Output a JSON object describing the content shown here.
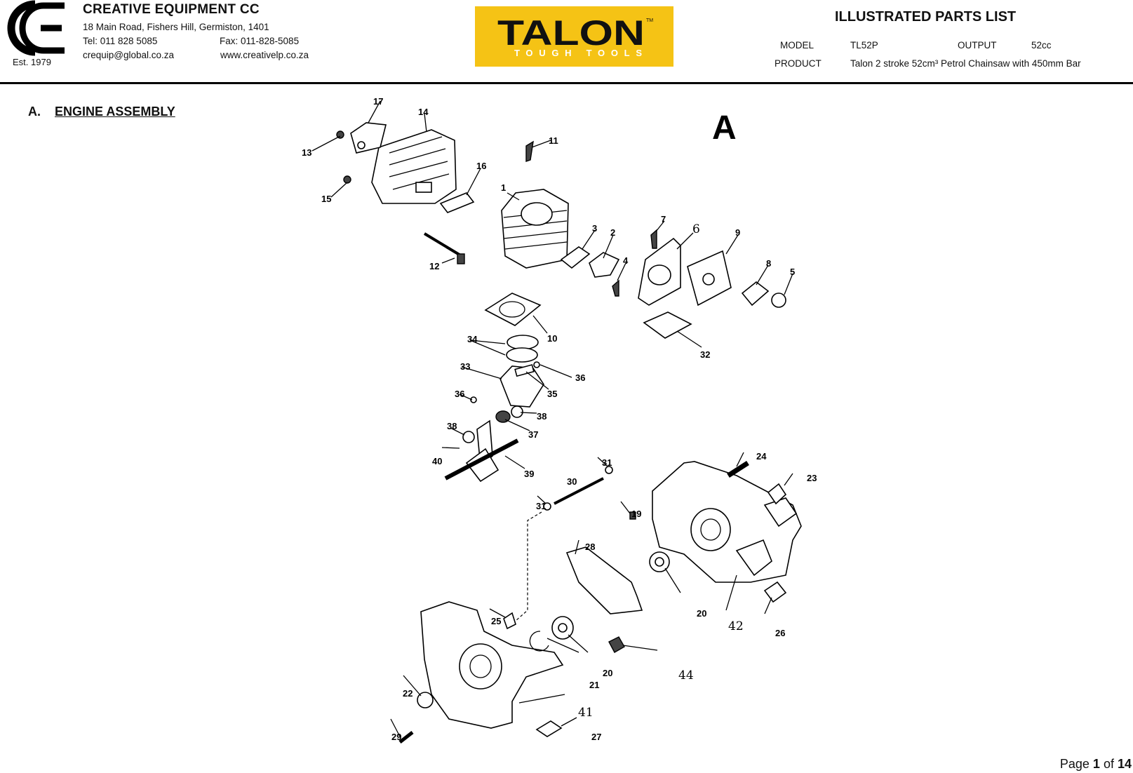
{
  "header": {
    "est": "Est. 1979",
    "company_name": "CREATIVE EQUIPMENT CC",
    "address": "18 Main Road, Fishers Hill, Germiston, 1401",
    "tel": "Tel: 011 828 5085",
    "fax": "Fax: 011-828-5085",
    "email": "crequip@global.co.za",
    "website": "www.creativelp.co.za",
    "brand": "TALON",
    "brand_sub": "TOUGH TOOLS",
    "brand_tm": "TM",
    "doc_title": "ILLUSTRATED PARTS LIST",
    "model_label": "MODEL",
    "model_value": "TL52P",
    "output_label": "OUTPUT",
    "output_value": "52cc",
    "product_label": "PRODUCT",
    "product_value": "Talon 2 stroke 52cm³ Petrol Chainsaw with 450mm Bar"
  },
  "section": {
    "letter": "A.",
    "title": "ENGINE ASSEMBLY",
    "diagram_letter": "A"
  },
  "diagram": {
    "part_numbers": [
      "1",
      "2",
      "3",
      "4",
      "5",
      "6",
      "7",
      "8",
      "9",
      "10",
      "11",
      "12",
      "13",
      "14",
      "15",
      "16",
      "17",
      "19",
      "20",
      "20",
      "21",
      "22",
      "23",
      "24",
      "25",
      "26",
      "27",
      "28",
      "29",
      "30",
      "31",
      "31",
      "32",
      "33",
      "34",
      "35",
      "36",
      "36",
      "37",
      "38",
      "38",
      "39",
      "40",
      "41",
      "42",
      "44"
    ]
  },
  "footer": {
    "page_prefix": "Page",
    "page_current": "1",
    "page_of": "of",
    "page_total": "14"
  },
  "colors": {
    "brand_yellow": "#f5c315",
    "brand_black": "#000000"
  }
}
